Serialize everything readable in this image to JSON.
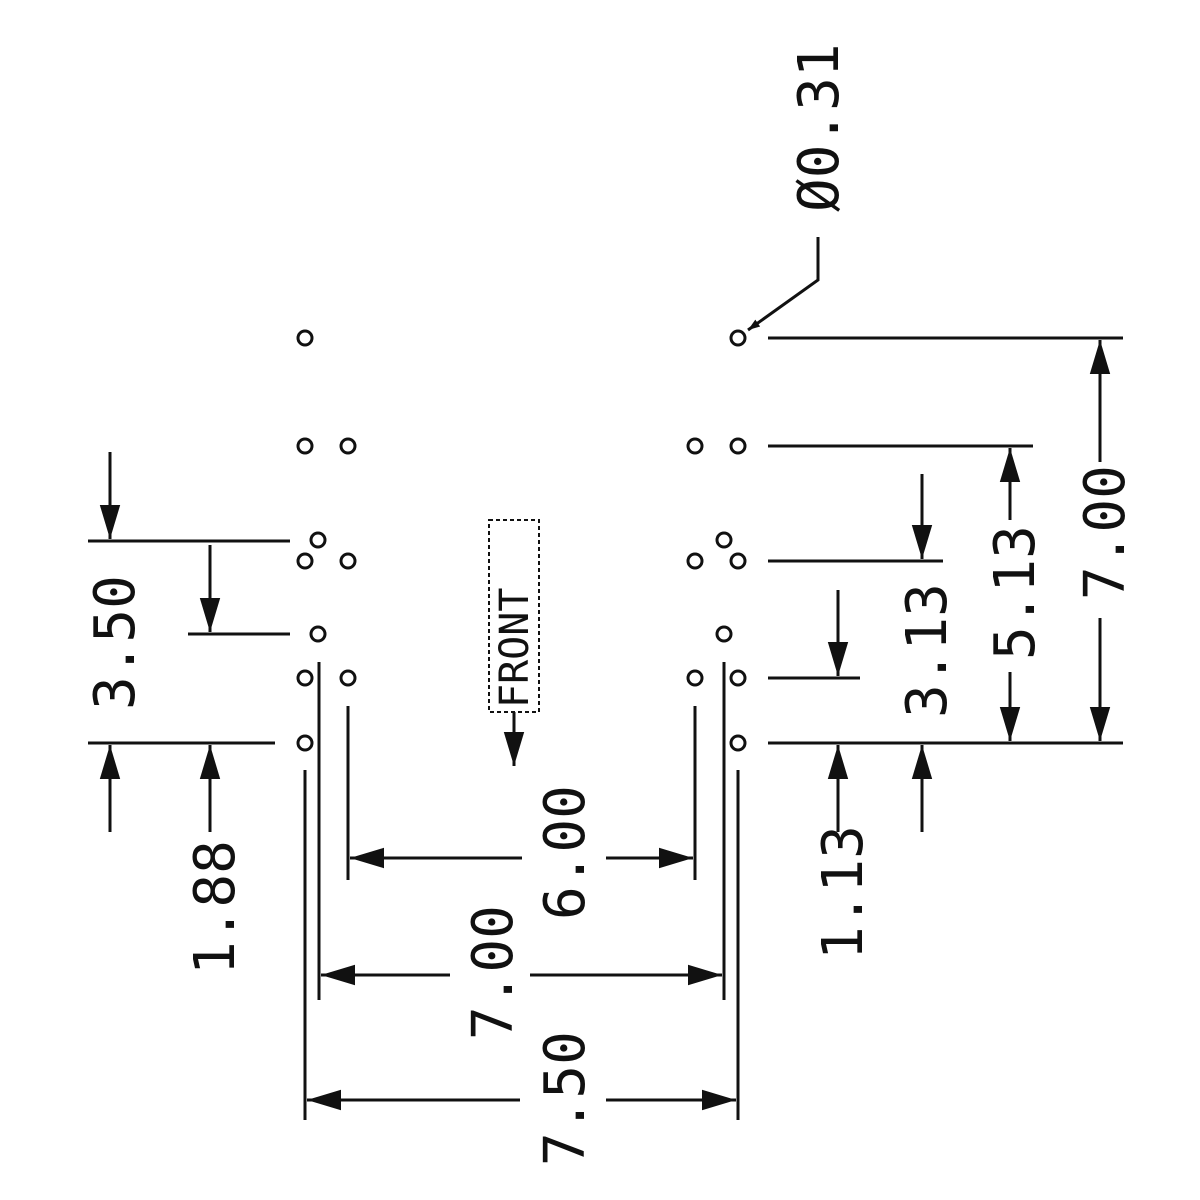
{
  "drawing": {
    "front_label": "FRONT",
    "hole_label": "Ø0.31",
    "dims": {
      "d_750": "7.50",
      "d_700_bottom": "7.00",
      "d_600": "6.00",
      "d_350": "3.50",
      "d_188": "1.88",
      "d_113": "1.13",
      "d_313": "3.13",
      "d_513": "5.13",
      "d_700_right": "7.00"
    }
  }
}
